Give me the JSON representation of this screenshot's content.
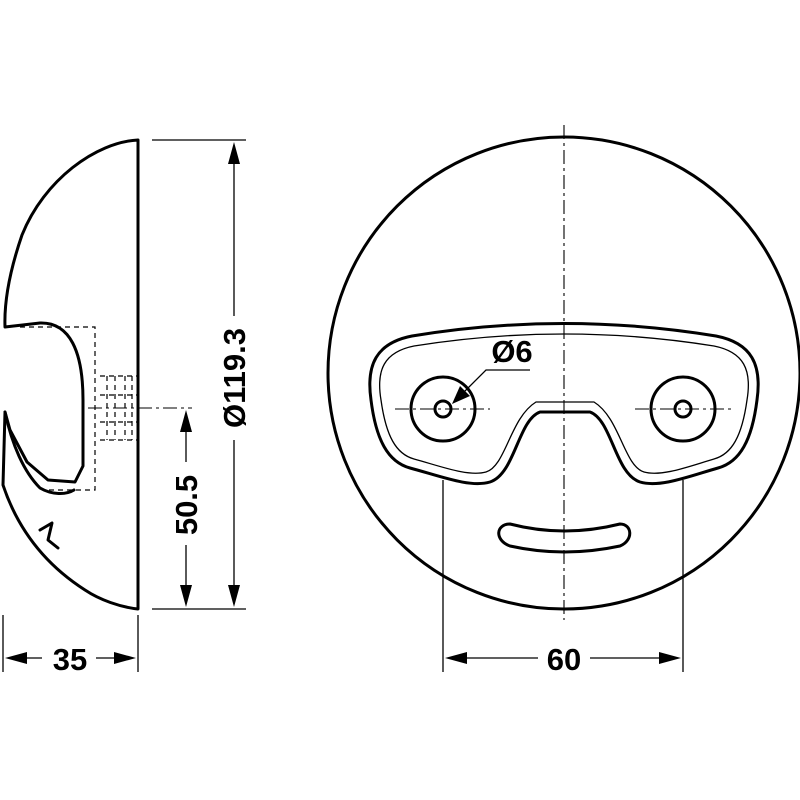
{
  "dimensions": {
    "diameter": "Ø119.3",
    "offset": "50.5",
    "depth": "35",
    "hole_spacing": "60",
    "hole_diameter": "Ø6"
  },
  "colors": {
    "line": "#000000",
    "background": "#ffffff"
  }
}
